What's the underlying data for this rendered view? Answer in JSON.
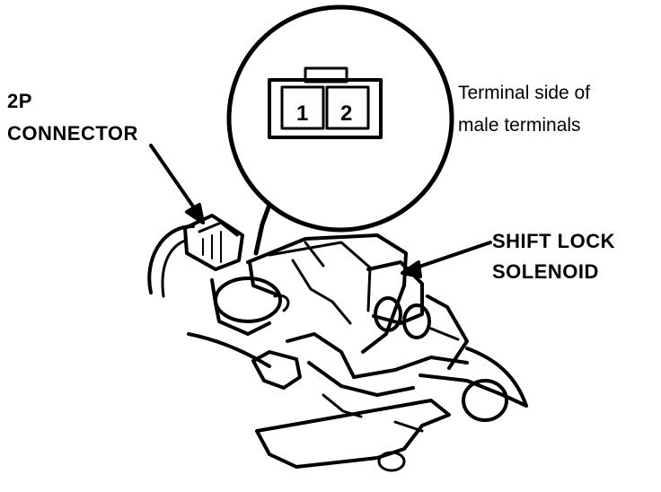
{
  "labels": {
    "connector_line1": "2P",
    "connector_line2": "CONNECTOR",
    "terminal_line1": "Terminal side of",
    "terminal_line2": "male terminals",
    "solenoid_line1": "SHIFT LOCK",
    "solenoid_line2": "SOLENOID"
  },
  "connector_pins": [
    "1",
    "2"
  ]
}
